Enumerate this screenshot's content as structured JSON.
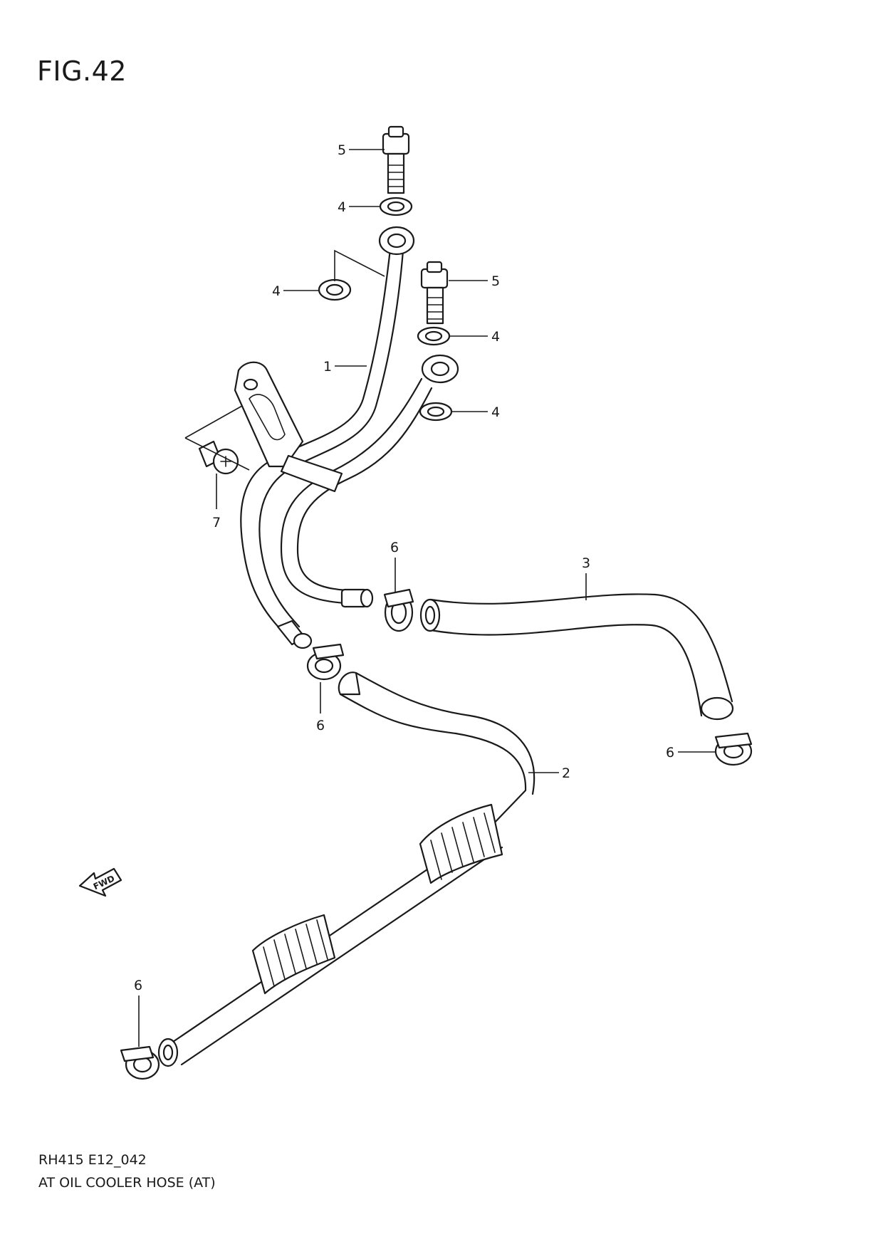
{
  "figure": {
    "title": "FIG.42",
    "code": "RH415 E12_042",
    "caption": "AT OIL COOLER HOSE (AT)"
  },
  "fwd_arrow": {
    "label": "FWD",
    "icon": "fwd-arrow-icon"
  },
  "callouts": [
    {
      "id": "c-5-top",
      "label": "5"
    },
    {
      "id": "c-4-top",
      "label": "4"
    },
    {
      "id": "c-4-left",
      "label": "4"
    },
    {
      "id": "c-5-right",
      "label": "5"
    },
    {
      "id": "c-4-right-a",
      "label": "4"
    },
    {
      "id": "c-1",
      "label": "1"
    },
    {
      "id": "c-4-right-b",
      "label": "4"
    },
    {
      "id": "c-7",
      "label": "7"
    },
    {
      "id": "c-6-mid",
      "label": "6"
    },
    {
      "id": "c-3",
      "label": "3"
    },
    {
      "id": "c-6-lower",
      "label": "6"
    },
    {
      "id": "c-6-right",
      "label": "6"
    },
    {
      "id": "c-2",
      "label": "2"
    },
    {
      "id": "c-6-bottom",
      "label": "6"
    }
  ]
}
